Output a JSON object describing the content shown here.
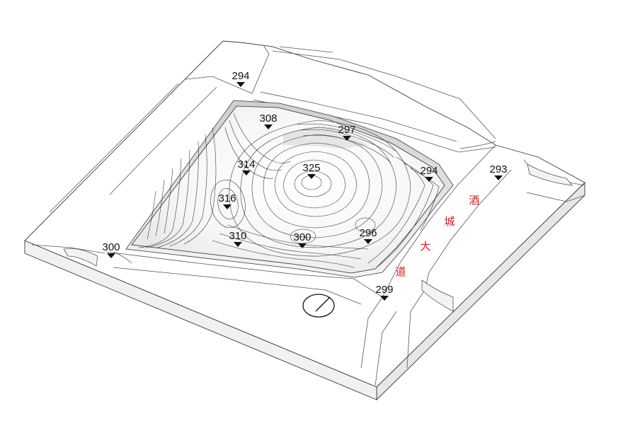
{
  "map": {
    "elevation_markers": [
      {
        "id": "nw-road",
        "value": "294"
      },
      {
        "id": "north-ridge",
        "value": "308"
      },
      {
        "id": "north-edge",
        "value": "297"
      },
      {
        "id": "northwest-slope",
        "value": "314"
      },
      {
        "id": "summit",
        "value": "325"
      },
      {
        "id": "east-corner",
        "value": "294"
      },
      {
        "id": "east-road",
        "value": "293"
      },
      {
        "id": "west-slope",
        "value": "316"
      },
      {
        "id": "southwest-slope",
        "value": "310"
      },
      {
        "id": "south-slope",
        "value": "300"
      },
      {
        "id": "southeast-slope",
        "value": "296"
      },
      {
        "id": "west-road",
        "value": "300"
      },
      {
        "id": "south-road",
        "value": "299"
      }
    ],
    "street_name_chars": [
      "酒",
      "城",
      "大",
      "道"
    ],
    "colors": {
      "street_label": "#e0161b",
      "contour": "#2a2a2a",
      "model_edge": "#3a3a3a",
      "base_side": "#ededed"
    },
    "icons": [
      "north-arrow-icon",
      "elevation-marker-icon"
    ]
  }
}
